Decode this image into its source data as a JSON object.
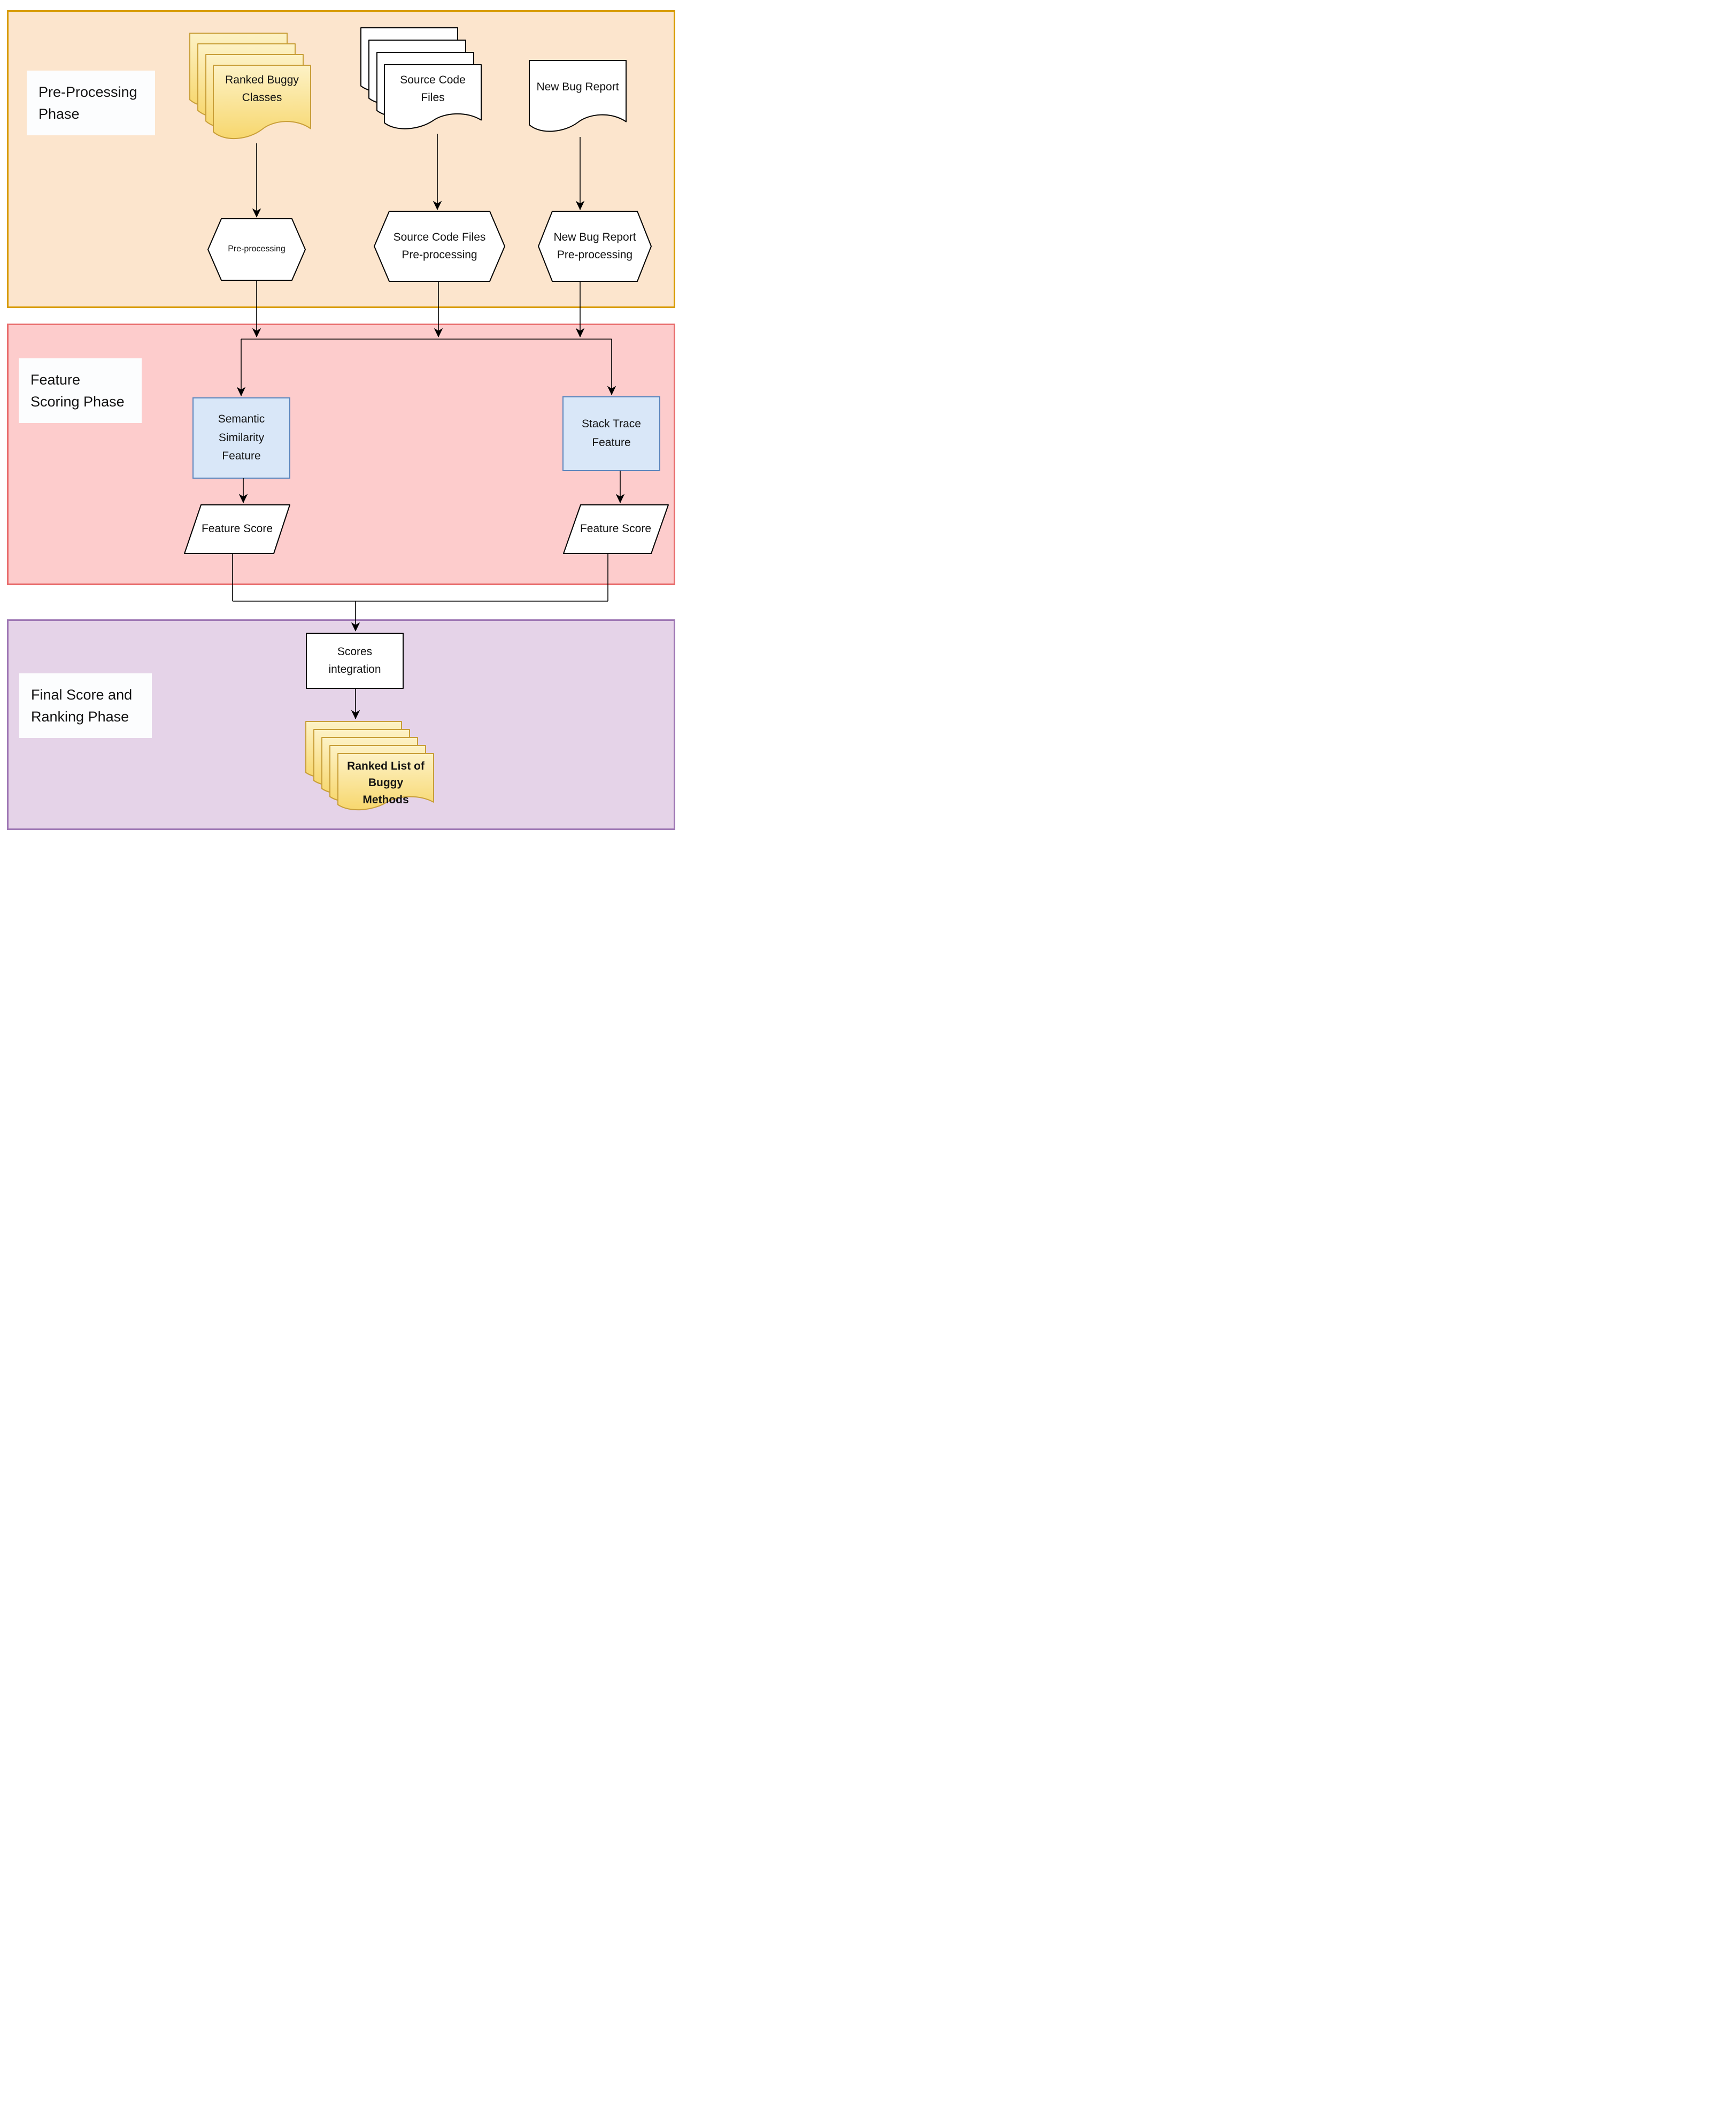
{
  "phases": [
    {
      "name": "pre-processing-phase",
      "label": "Pre-Processing\nPhase"
    },
    {
      "name": "feature-scoring-phase",
      "label": "Feature\nScoring Phase"
    },
    {
      "name": "final-score-ranking-phase",
      "label": "Final Score and\nRanking Phase"
    }
  ],
  "nodes": {
    "ranked_buggy_classes": "Ranked Buggy\nClasses",
    "source_code_files": "Source Code\nFiles",
    "new_bug_report": "New Bug Report",
    "preprocessing": "Pre-processing",
    "source_code_preprocessing": "Source Code Files\nPre-processing",
    "new_bug_preprocessing": "New Bug Report\nPre-processing",
    "semantic_similarity_feature": "Semantic\nSimilarity\nFeature",
    "stack_trace_feature": "Stack Trace\nFeature",
    "feature_score_semantic": "Feature Score",
    "feature_score_stack": "Feature Score",
    "scores_integration": "Scores\nintegration",
    "ranked_list_buggy_methods": "Ranked List of\nBuggy\nMethods"
  },
  "colors": {
    "phase1_fill": "#fce5cd",
    "phase1_border": "#d79b00",
    "phase2_fill": "#fdcccc",
    "phase2_border": "#e86d6d",
    "phase3_fill": "#e5d3e8",
    "phase3_border": "#9e77b4",
    "blue_fill": "#d9e7f8",
    "blue_border": "#5a85bd",
    "yellow_light": "#fdf2c6",
    "yellow_deep": "#f7d76e",
    "yellow_border": "#c89e38",
    "label_bg": "#fcfdfe",
    "stroke": "#000000",
    "canvas_bg": "#ffffff"
  }
}
